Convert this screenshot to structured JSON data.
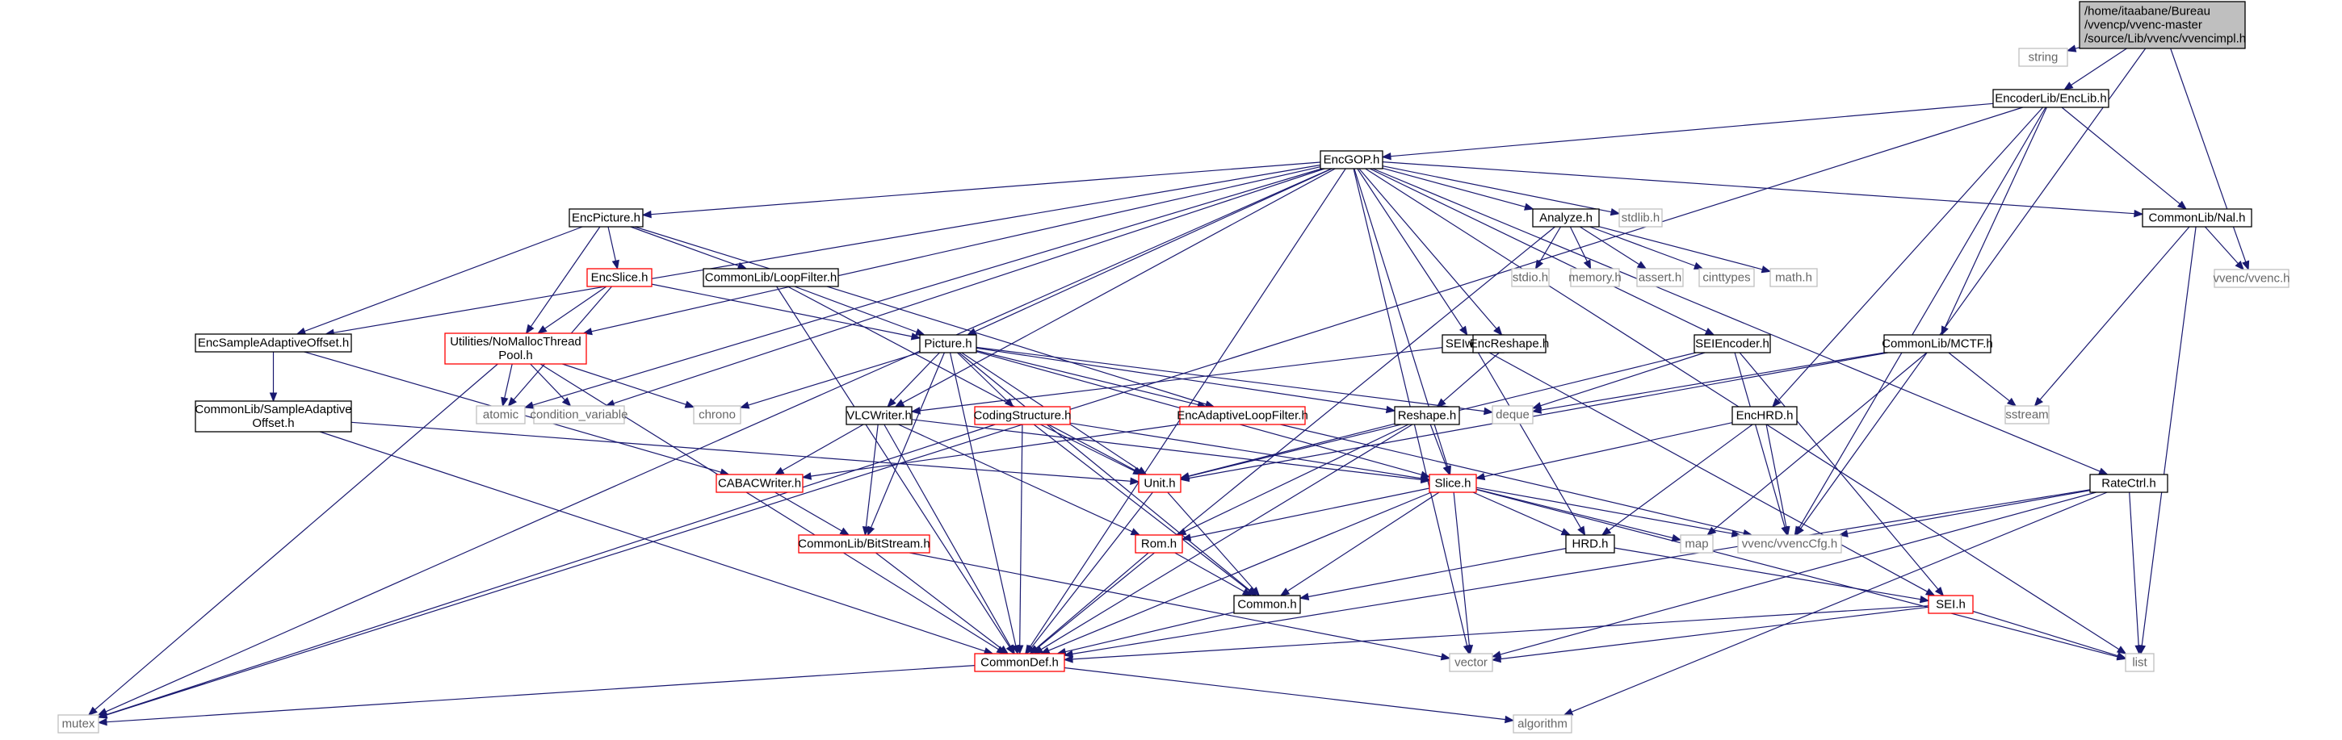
{
  "colors": {
    "edge": "#191970",
    "root_fill": "#bfbfbf",
    "normal_border": "#000000",
    "incomplete_border": "#ff0000",
    "system_border": "#bfbfbf",
    "system_text": "#666666",
    "text": "#000000"
  },
  "nodes": [
    {
      "id": "root",
      "lines": [
        "/home/itaabane/Bureau",
        "/vvencp/vvenc-master",
        "/source/Lib/vvenc/vvencimpl.h"
      ],
      "kind": "root"
    },
    {
      "id": "string",
      "lines": [
        "string"
      ],
      "kind": "system"
    },
    {
      "id": "enclib",
      "lines": [
        "EncoderLib/EncLib.h"
      ],
      "kind": "normal"
    },
    {
      "id": "encgop",
      "lines": [
        "EncGOP.h"
      ],
      "kind": "normal"
    },
    {
      "id": "commonnal",
      "lines": [
        "CommonLib/Nal.h"
      ],
      "kind": "normal"
    },
    {
      "id": "vvench",
      "lines": [
        "vvenc/vvenc.h"
      ],
      "kind": "system"
    },
    {
      "id": "encpicture",
      "lines": [
        "EncPicture.h"
      ],
      "kind": "normal"
    },
    {
      "id": "analyze",
      "lines": [
        "Analyze.h"
      ],
      "kind": "normal"
    },
    {
      "id": "stdlib",
      "lines": [
        "stdlib.h"
      ],
      "kind": "system"
    },
    {
      "id": "encslice",
      "lines": [
        "EncSlice.h"
      ],
      "kind": "incomplete"
    },
    {
      "id": "loopfilter",
      "lines": [
        "CommonLib/LoopFilter.h"
      ],
      "kind": "normal"
    },
    {
      "id": "stdio",
      "lines": [
        "stdio.h"
      ],
      "kind": "system"
    },
    {
      "id": "memory",
      "lines": [
        "memory.h"
      ],
      "kind": "system"
    },
    {
      "id": "assert",
      "lines": [
        "assert.h"
      ],
      "kind": "system"
    },
    {
      "id": "cinttypes",
      "lines": [
        "cinttypes"
      ],
      "kind": "system"
    },
    {
      "id": "math",
      "lines": [
        "math.h"
      ],
      "kind": "system"
    },
    {
      "id": "encsao",
      "lines": [
        "EncSampleAdaptiveOffset.h"
      ],
      "kind": "normal"
    },
    {
      "id": "nomalloc",
      "lines": [
        "Utilities/NoMallocThread",
        "Pool.h"
      ],
      "kind": "incomplete"
    },
    {
      "id": "picture",
      "lines": [
        "Picture.h"
      ],
      "kind": "normal"
    },
    {
      "id": "seiwrite",
      "lines": [
        "SEIwrite.h"
      ],
      "kind": "normal"
    },
    {
      "id": "encreshape",
      "lines": [
        "EncReshape.h"
      ],
      "kind": "normal"
    },
    {
      "id": "seiencoder",
      "lines": [
        "SEIEncoder.h"
      ],
      "kind": "normal"
    },
    {
      "id": "mctf",
      "lines": [
        "CommonLib/MCTF.h"
      ],
      "kind": "normal"
    },
    {
      "id": "commonsao",
      "lines": [
        "CommonLib/SampleAdaptive",
        "Offset.h"
      ],
      "kind": "normal"
    },
    {
      "id": "atomic",
      "lines": [
        "atomic"
      ],
      "kind": "system"
    },
    {
      "id": "condvar",
      "lines": [
        "condition_variable"
      ],
      "kind": "system"
    },
    {
      "id": "chrono",
      "lines": [
        "chrono"
      ],
      "kind": "system"
    },
    {
      "id": "vlcwriter",
      "lines": [
        "VLCWriter.h"
      ],
      "kind": "normal"
    },
    {
      "id": "codingstructure",
      "lines": [
        "CodingStructure.h"
      ],
      "kind": "incomplete"
    },
    {
      "id": "encalf",
      "lines": [
        "EncAdaptiveLoopFilter.h"
      ],
      "kind": "incomplete"
    },
    {
      "id": "reshape",
      "lines": [
        "Reshape.h"
      ],
      "kind": "normal"
    },
    {
      "id": "deque",
      "lines": [
        "deque"
      ],
      "kind": "system"
    },
    {
      "id": "sstream",
      "lines": [
        "sstream"
      ],
      "kind": "system"
    },
    {
      "id": "enchrd",
      "lines": [
        "EncHRD.h"
      ],
      "kind": "normal"
    },
    {
      "id": "cabacwriter",
      "lines": [
        "CABACWriter.h"
      ],
      "kind": "incomplete"
    },
    {
      "id": "unit",
      "lines": [
        "Unit.h"
      ],
      "kind": "incomplete"
    },
    {
      "id": "slice",
      "lines": [
        "Slice.h"
      ],
      "kind": "incomplete"
    },
    {
      "id": "bitstream",
      "lines": [
        "CommonLib/BitStream.h"
      ],
      "kind": "incomplete"
    },
    {
      "id": "rom",
      "lines": [
        "Rom.h"
      ],
      "kind": "incomplete"
    },
    {
      "id": "map",
      "lines": [
        "map"
      ],
      "kind": "system"
    },
    {
      "id": "hrd",
      "lines": [
        "HRD.h"
      ],
      "kind": "normal"
    },
    {
      "id": "vvenccfg",
      "lines": [
        "vvenc/vvencCfg.h"
      ],
      "kind": "system"
    },
    {
      "id": "ratectrl",
      "lines": [
        "RateCtrl.h"
      ],
      "kind": "normal"
    },
    {
      "id": "common",
      "lines": [
        "Common.h"
      ],
      "kind": "normal"
    },
    {
      "id": "sei",
      "lines": [
        "SEI.h"
      ],
      "kind": "incomplete"
    },
    {
      "id": "commondef",
      "lines": [
        "CommonDef.h"
      ],
      "kind": "incomplete"
    },
    {
      "id": "vector",
      "lines": [
        "vector"
      ],
      "kind": "system"
    },
    {
      "id": "list",
      "lines": [
        "list"
      ],
      "kind": "system"
    },
    {
      "id": "mutex",
      "lines": [
        "mutex"
      ],
      "kind": "system"
    },
    {
      "id": "algorithm",
      "lines": [
        "algorithm"
      ],
      "kind": "system"
    }
  ],
  "edges": [
    [
      "root",
      "string"
    ],
    [
      "root",
      "enclib"
    ],
    [
      "root",
      "vvench"
    ],
    [
      "root",
      "vvenccfg"
    ],
    [
      "enclib",
      "encgop"
    ],
    [
      "enclib",
      "commonnal"
    ],
    [
      "enclib",
      "mctf"
    ],
    [
      "enclib",
      "enchrd"
    ],
    [
      "enclib",
      "vvenccfg"
    ],
    [
      "enclib",
      "mutex"
    ],
    [
      "encgop",
      "encpicture"
    ],
    [
      "encgop",
      "analyze"
    ],
    [
      "encgop",
      "stdlib"
    ],
    [
      "encgop",
      "commonnal"
    ],
    [
      "encgop",
      "encsao"
    ],
    [
      "encgop",
      "nomalloc"
    ],
    [
      "encgop",
      "picture"
    ],
    [
      "encgop",
      "seiwrite"
    ],
    [
      "encgop",
      "encreshape"
    ],
    [
      "encgop",
      "seiencoder"
    ],
    [
      "encgop",
      "ratectrl"
    ],
    [
      "encgop",
      "vlcwriter"
    ],
    [
      "encgop",
      "atomic"
    ],
    [
      "encgop",
      "condvar"
    ],
    [
      "encgop",
      "slice"
    ],
    [
      "encgop",
      "vector"
    ],
    [
      "encgop",
      "list"
    ],
    [
      "encgop",
      "mutex"
    ],
    [
      "encgop",
      "commondef"
    ],
    [
      "commonnal",
      "vvench"
    ],
    [
      "commonnal",
      "sstream"
    ],
    [
      "commonnal",
      "list"
    ],
    [
      "encpicture",
      "encslice"
    ],
    [
      "encpicture",
      "loopfilter"
    ],
    [
      "encpicture",
      "encsao"
    ],
    [
      "encpicture",
      "nomalloc"
    ],
    [
      "encpicture",
      "encalf"
    ],
    [
      "analyze",
      "stdio"
    ],
    [
      "analyze",
      "memory"
    ],
    [
      "analyze",
      "assert"
    ],
    [
      "analyze",
      "cinttypes"
    ],
    [
      "analyze",
      "math"
    ],
    [
      "analyze",
      "commondef"
    ],
    [
      "encslice",
      "picture"
    ],
    [
      "encslice",
      "nomalloc"
    ],
    [
      "encslice",
      "atomic"
    ],
    [
      "loopfilter",
      "picture"
    ],
    [
      "loopfilter",
      "unit"
    ],
    [
      "loopfilter",
      "commondef"
    ],
    [
      "encsao",
      "commonsao"
    ],
    [
      "encsao",
      "cabacwriter"
    ],
    [
      "nomalloc",
      "atomic"
    ],
    [
      "nomalloc",
      "condvar"
    ],
    [
      "nomalloc",
      "chrono"
    ],
    [
      "nomalloc",
      "mutex"
    ],
    [
      "nomalloc",
      "commondef"
    ],
    [
      "picture",
      "chrono"
    ],
    [
      "picture",
      "vlcwriter"
    ],
    [
      "picture",
      "codingstructure"
    ],
    [
      "picture",
      "encalf"
    ],
    [
      "picture",
      "reshape"
    ],
    [
      "picture",
      "deque"
    ],
    [
      "picture",
      "unit"
    ],
    [
      "picture",
      "slice"
    ],
    [
      "picture",
      "bitstream"
    ],
    [
      "picture",
      "common"
    ],
    [
      "picture",
      "commondef"
    ],
    [
      "seiwrite",
      "vlcwriter"
    ],
    [
      "seiwrite",
      "hrd"
    ],
    [
      "seiwrite",
      "sei"
    ],
    [
      "encreshape",
      "reshape"
    ],
    [
      "seiencoder",
      "deque"
    ],
    [
      "seiencoder",
      "unit"
    ],
    [
      "seiencoder",
      "vvenccfg"
    ],
    [
      "seiencoder",
      "sei"
    ],
    [
      "mctf",
      "deque"
    ],
    [
      "mctf",
      "sstream"
    ],
    [
      "mctf",
      "map"
    ],
    [
      "mctf",
      "unit"
    ],
    [
      "commonsao",
      "unit"
    ],
    [
      "commonsao",
      "commondef"
    ],
    [
      "vlcwriter",
      "cabacwriter"
    ],
    [
      "vlcwriter",
      "bitstream"
    ],
    [
      "vlcwriter",
      "rom"
    ],
    [
      "vlcwriter",
      "slice"
    ],
    [
      "vlcwriter",
      "commondef"
    ],
    [
      "codingstructure",
      "unit"
    ],
    [
      "codingstructure",
      "slice"
    ],
    [
      "codingstructure",
      "common"
    ],
    [
      "codingstructure",
      "commondef"
    ],
    [
      "codingstructure",
      "mutex"
    ],
    [
      "encalf",
      "cabacwriter"
    ],
    [
      "encalf",
      "vvenccfg"
    ],
    [
      "reshape",
      "slice"
    ],
    [
      "reshape",
      "unit"
    ],
    [
      "reshape",
      "rom"
    ],
    [
      "reshape",
      "commondef"
    ],
    [
      "enchrd",
      "slice"
    ],
    [
      "enchrd",
      "hrd"
    ],
    [
      "enchrd",
      "vvenccfg"
    ],
    [
      "cabacwriter",
      "bitstream"
    ],
    [
      "unit",
      "commondef"
    ],
    [
      "unit",
      "common"
    ],
    [
      "slice",
      "rom"
    ],
    [
      "slice",
      "map"
    ],
    [
      "slice",
      "hrd"
    ],
    [
      "slice",
      "vvenccfg"
    ],
    [
      "slice",
      "common"
    ],
    [
      "slice",
      "vector"
    ],
    [
      "slice",
      "list"
    ],
    [
      "slice",
      "commondef"
    ],
    [
      "bitstream",
      "commondef"
    ],
    [
      "bitstream",
      "vector"
    ],
    [
      "rom",
      "common"
    ],
    [
      "rom",
      "commondef"
    ],
    [
      "hrd",
      "sei"
    ],
    [
      "hrd",
      "common"
    ],
    [
      "ratectrl",
      "vvenccfg"
    ],
    [
      "ratectrl",
      "list"
    ],
    [
      "ratectrl",
      "vector"
    ],
    [
      "ratectrl",
      "algorithm"
    ],
    [
      "ratectrl",
      "commondef"
    ],
    [
      "common",
      "commondef"
    ],
    [
      "sei",
      "list"
    ],
    [
      "sei",
      "vector"
    ],
    [
      "sei",
      "commondef"
    ],
    [
      "commondef",
      "mutex"
    ],
    [
      "commondef",
      "algorithm"
    ]
  ]
}
